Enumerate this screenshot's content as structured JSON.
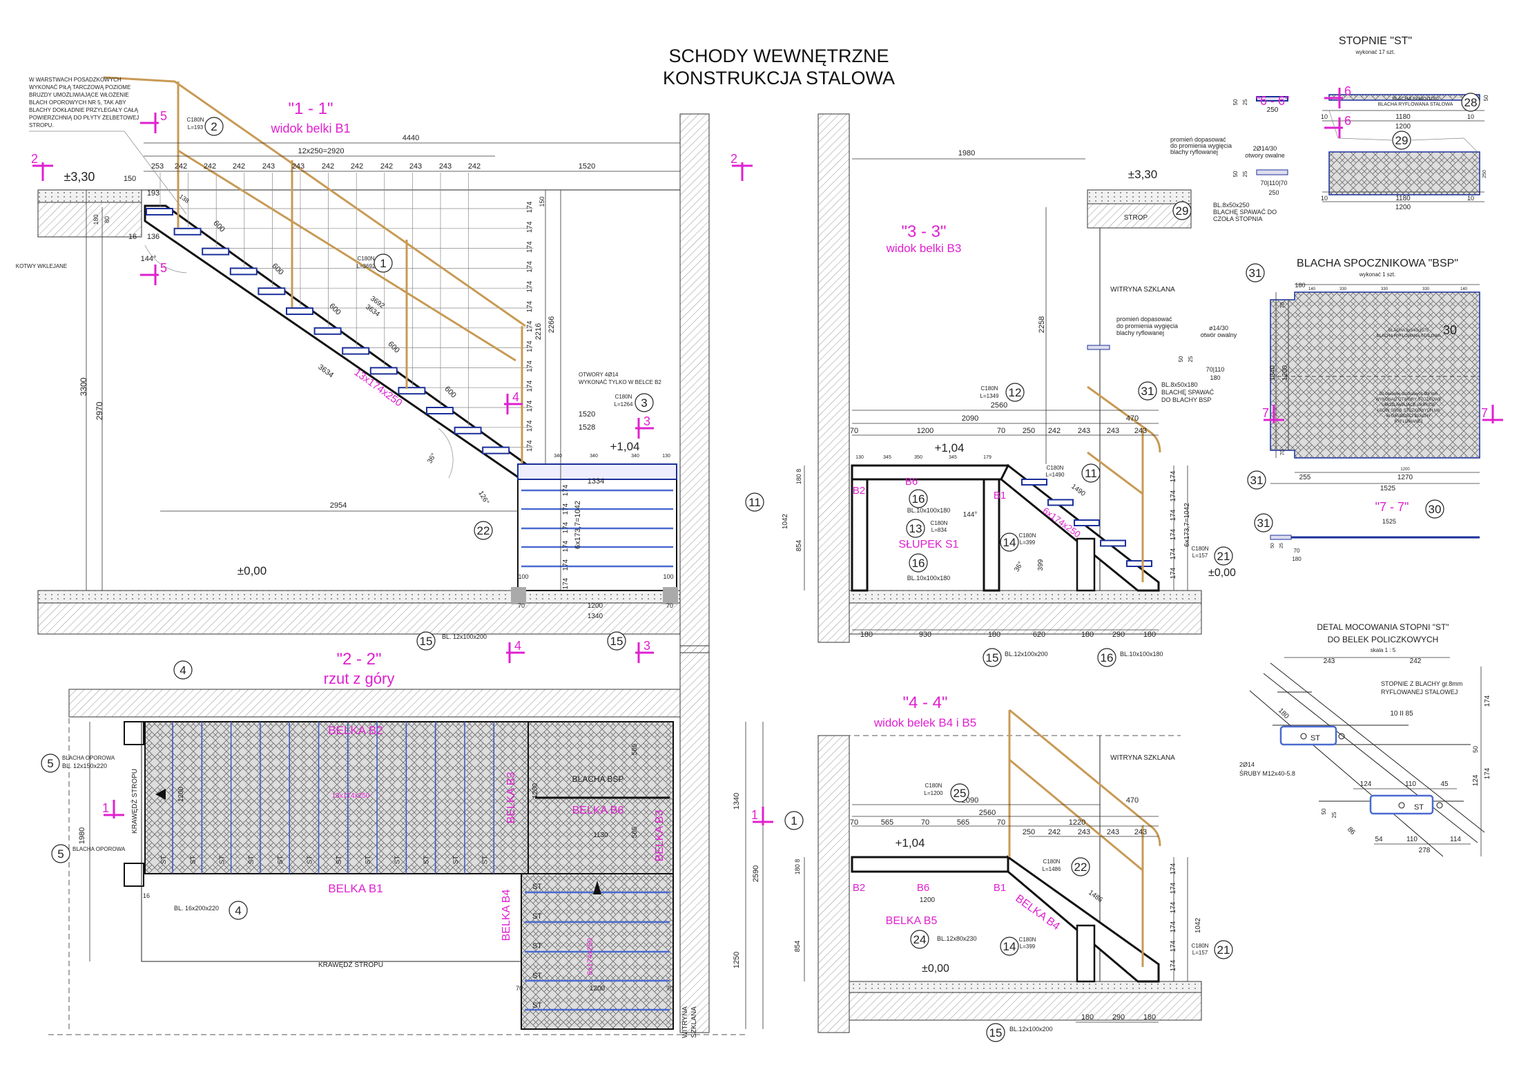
{
  "title": {
    "line1": "SCHODY  WEWNĘTRZNE",
    "line2": "KONSTRUKCJA STALOWA"
  },
  "colors": {
    "section_label": "#e020d0",
    "steel_blue": "#1a2f9a",
    "railing": "#c89a55",
    "line": "#222222"
  },
  "note": [
    "W WARSTWACH POSADZKOWYCH",
    "WYKONAĆ PIŁĄ TARCZOWĄ POZIOME",
    "BRUZDY UMOŻLIWIAJĄCE WŁOŻENIE",
    "BLACH OPOROWYCH NR 5, TAK ABY",
    "BLACHY DOKŁADNIE PRZYLEGAŁY CAŁĄ",
    "POWIERZCHNIĄ DO PŁYTY ŻELBETOWEJ",
    "STROPU."
  ],
  "markers": [
    "5",
    "5",
    "2",
    "2",
    "4",
    "4",
    "3",
    "3",
    "1",
    "1",
    "7",
    "7",
    "6",
    "6"
  ],
  "s1": {
    "title": "\"1 - 1\"",
    "subtitle": "widok  belki  B1",
    "t": [
      "4440",
      "12x250=2920",
      "253",
      "242",
      "242",
      "242",
      "243",
      "243",
      "242",
      "242",
      "242",
      "243",
      "243",
      "242",
      "1520",
      "±3,30",
      "150",
      "193",
      "180",
      "80",
      "16",
      "136",
      "144°",
      "KOTWY WKLEJANE",
      "C180N",
      "L=193",
      "C180N",
      "L=3692",
      "138",
      "600",
      "600",
      "600",
      "600",
      "600",
      "3692",
      "3634",
      "3634",
      "13x174x250",
      "150",
      "2216",
      "2266",
      "3300",
      "2970",
      "OTWORY 4Ø14",
      "WYKONAĆ TYLKO W BELCE B2",
      "C180N",
      "L=1264",
      "1520",
      "1528",
      "+1,04",
      "340",
      "340",
      "340",
      "130",
      "36°",
      "126°",
      "2954",
      "1334",
      "6x173,7=1042",
      "±0,00",
      "100",
      "100",
      "70",
      "1200",
      "70",
      "1340",
      "BL. 12x100x200"
    ],
    "risers": [
      "174",
      "174",
      "174",
      "174",
      "174",
      "174",
      "174",
      "174",
      "174",
      "174",
      "174",
      "174",
      "174",
      "174",
      "174",
      "174",
      "174",
      "174",
      "174"
    ],
    "parts": [
      "2",
      "1",
      "3",
      "22",
      "11",
      "15",
      "15"
    ]
  },
  "s2": {
    "t": [
      "\"2 - 2\"",
      "rzut  z góry",
      "BLACHA OPOROWA",
      "BL. 12x150x220",
      "BLACHA OPOROWA",
      "BL. 16x200x220",
      "BELKA  B2",
      "BELKA  B1",
      "BELKA  B3",
      "BELKA  B6",
      "BELKA  B3",
      "BELKA  B4",
      "BLACHA  BSP",
      "13x174x250",
      "6x174x250",
      "KRAWĘDŹ  STROPU",
      "KRAWĘDŹ  STROPU",
      "WITRYNA",
      "SZKLANA",
      "1980",
      "1340",
      "2590",
      "1250",
      "1200",
      "1200",
      "565",
      "565",
      "1130",
      "1200",
      "70",
      "70",
      "16"
    ],
    "st": [
      "ST",
      "ST",
      "ST",
      "ST",
      "ST",
      "ST",
      "ST",
      "ST",
      "ST",
      "ST",
      "ST",
      "ST",
      "ST",
      "ST",
      "ST",
      "ST",
      "ST"
    ],
    "parts": [
      "4",
      "4",
      "5",
      "5"
    ]
  },
  "s3": {
    "t": [
      "\"3 - 3\"",
      "widok  belki  B3",
      "1980",
      "±3,30",
      "STROP",
      "WITRYNA  SZKLANA",
      "2258",
      "promień dopasować",
      "do promienia wygięcia",
      "blachy ryflowanej",
      "ø14/30",
      "otwór owalny",
      "50",
      "25",
      "70|110",
      "180",
      "BL.8x50x180",
      "BLACHĘ SPAWAĆ",
      "DO BLACHY BSP",
      "C180N",
      "L=1349",
      "2560",
      "2090",
      "470",
      "70",
      "1200",
      "70",
      "250",
      "242",
      "243",
      "243",
      "243",
      "+1,04",
      "130",
      "345",
      "350",
      "345",
      "179",
      "180 8",
      "854",
      "1042",
      "B6",
      "B2",
      "B1",
      "BL.10x100x180",
      "C180N",
      "L=834",
      "SŁUPEK S1",
      "BL.10x100x180",
      "144°",
      "C180N",
      "L=1490",
      "1490",
      "6x174x250",
      "C180N",
      "L=399",
      "36°",
      "399",
      "6x173,7=1042",
      "C180N",
      "L=157",
      "±0,00",
      "180",
      "930",
      "180",
      "620",
      "180",
      "290",
      "180",
      "BL.12x100x200",
      "BL.10x100x180"
    ],
    "risers": [
      "174",
      "174",
      "174",
      "174",
      "174",
      "174"
    ],
    "parts": [
      "12",
      "16",
      "13",
      "16",
      "11",
      "14",
      "21",
      "31",
      "15",
      "16"
    ]
  },
  "s4": {
    "t": [
      "\"4 - 4\"",
      "widok  belek  B4 i B5",
      "WITRYNA  SZKLANA",
      "C180N",
      "L=1200",
      "2090",
      "470",
      "2560",
      "70",
      "565",
      "70",
      "565",
      "70",
      "1220",
      "250",
      "242",
      "243",
      "243",
      "243",
      "+1,04",
      "180 8",
      "854",
      "1042",
      "B2",
      "B6",
      "B1",
      "1200",
      "BELKA B5",
      "BL.12x80x230",
      "BELKA  B4",
      "C180N",
      "L=1486",
      "1486",
      "C180N",
      "L=399",
      "C180N",
      "L=157",
      "±0,00",
      "BL.12x100x200",
      "180",
      "290",
      "180"
    ],
    "risers": [
      "174",
      "174",
      "174",
      "174",
      "174",
      "174"
    ],
    "parts": [
      "25",
      "1",
      "24",
      "22",
      "14",
      "21",
      "15"
    ]
  },
  "r": {
    "t": [
      "STOPNIE  \"ST\"",
      "wykonać  17 szt.",
      "\"6 - 6\"",
      "50",
      "25",
      "250",
      "BLACHA 8x340x1180",
      "BLACHA RYFLOWANA STALOWA",
      "10",
      "1180",
      "10",
      "1200",
      "50",
      "10",
      "1180",
      "10",
      "1200",
      "250",
      "promień dopasować",
      "do promienia wygięcia",
      "blachy ryflowanej",
      "2Ø14/30",
      "otwory owalne",
      "50",
      "25",
      "70|110|70",
      "250",
      "BL.8x50x250",
      "BLACHĘ SPAWAĆ DO",
      "CZOŁA STOPNIA",
      "BLACHA  SPOCZNIKOWA  \"BSP\"",
      "wykonać  1 szt.",
      "180",
      "140",
      "330",
      "330",
      "330",
      "140",
      "BLACHA 8x340x1575",
      "BLACHA RYFLOWANA STALOWA",
      "1340",
      "1200",
      "70",
      "70",
      "20 otworów stożkowych Ø8 mm",
      "WYKONAĆ OTWORY STOŻKOWE",
      "UMOŻLIWIAJĄCE UKRYCIE",
      "ŁBÓW ŚRUB STOŻKOWYCH M8",
      "W GRUBOŚCI BLACHY",
      "RYFLOWANEJ",
      "255",
      "1200",
      "1270",
      "1525",
      "\"7 - 7\"",
      "1525",
      "50",
      "25",
      "70",
      "180",
      "DETAL MOCOWANIA STOPNI \"ST\"",
      "DO  BELEK  POLICZKOWYCH",
      "skala  1 : 5",
      "243",
      "242",
      "STOPNIE Z BLACHY gr.8mm",
      "RYFLOWANEJ STALOWEJ",
      "10 II 85",
      "ST",
      "ST",
      "2Ø14",
      "ŚRUBY M12x40-5.8",
      "124",
      "110",
      "45",
      "54",
      "110",
      "114",
      "278",
      "86",
      "174",
      "50",
      "124",
      "174",
      "180",
      "50",
      "25"
    ],
    "parts": [
      "28",
      "29",
      "29",
      "31",
      "30",
      "31",
      "30",
      "31"
    ]
  }
}
